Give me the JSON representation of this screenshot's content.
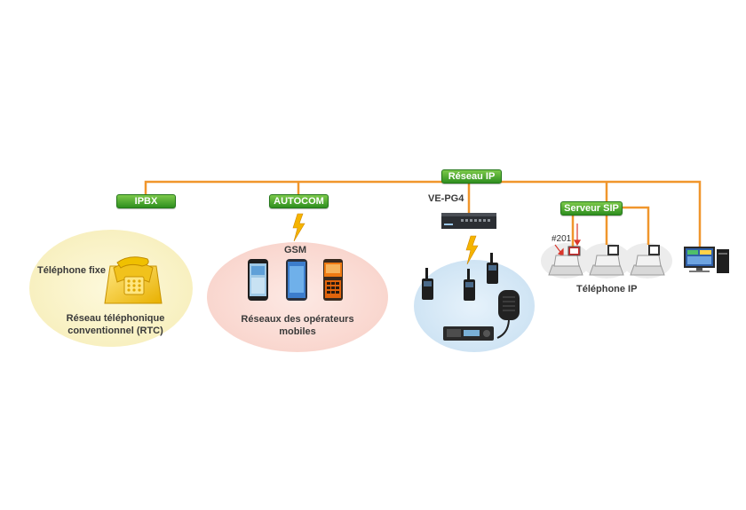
{
  "network": {
    "backbone": "Réseau IP",
    "pbx": "IPBX",
    "autocom": "AUTOCOM",
    "sip": "Serveur SIP",
    "gateway": "VE-PG4"
  },
  "pstn": {
    "phone": "Téléphone fixe",
    "network_line1": "Réseau téléphonique",
    "network_line2": "conventionnel (RTC)"
  },
  "mobile": {
    "gsm": "GSM",
    "network_line1": "Réseaux des opérateurs",
    "network_line2": "mobiles"
  },
  "ip_phones": {
    "extension": "#201",
    "label": "Téléphone IP"
  },
  "colors": {
    "line": "#f0962c",
    "pill": "#3fa02a",
    "pstn_zone": "#fbf6d0",
    "mobile_zone": "#fbe0da",
    "radio_zone": "#d9ebf8",
    "phone_zone": "#eeeeee"
  }
}
